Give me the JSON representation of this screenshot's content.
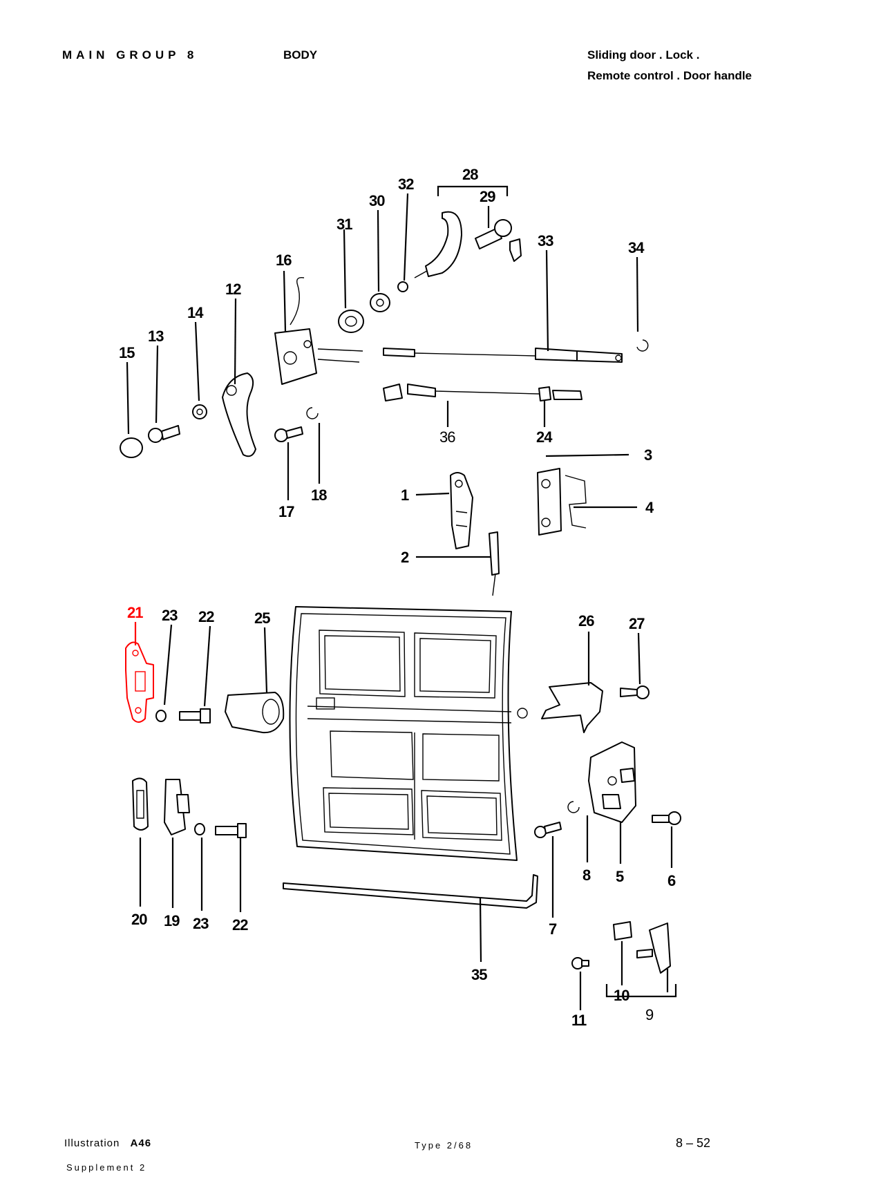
{
  "header": {
    "main_group": "MAIN GROUP 8",
    "section": "BODY",
    "title_line1": "Sliding door . Lock .",
    "title_line2": "Remote control . Door handle"
  },
  "footer": {
    "illustration_label": "Illustration",
    "illustration_code": "A46",
    "type": "Type 2/68",
    "page": "8 – 52",
    "supplement": "Supplement 2"
  },
  "highlight_color": "#ff0000",
  "callouts": {
    "p1": "1",
    "p2": "2",
    "p3": "3",
    "p4": "4",
    "p5": "5",
    "p6": "6",
    "p7": "7",
    "p8": "8",
    "p9": "9",
    "p10": "10",
    "p11": "11",
    "p12": "12",
    "p13": "13",
    "p14": "14",
    "p15": "15",
    "p16": "16",
    "p17": "17",
    "p18": "18",
    "p19": "19",
    "p20": "20",
    "p21": "21",
    "p22a": "22",
    "p22b": "22",
    "p23a": "23",
    "p23b": "23",
    "p24": "24",
    "p25": "25",
    "p26": "26",
    "p27": "27",
    "p28": "28",
    "p29": "29",
    "p30": "30",
    "p31": "31",
    "p32": "32",
    "p33": "33",
    "p34": "34",
    "p35": "35",
    "p36": "36"
  },
  "highlighted_part": "21"
}
